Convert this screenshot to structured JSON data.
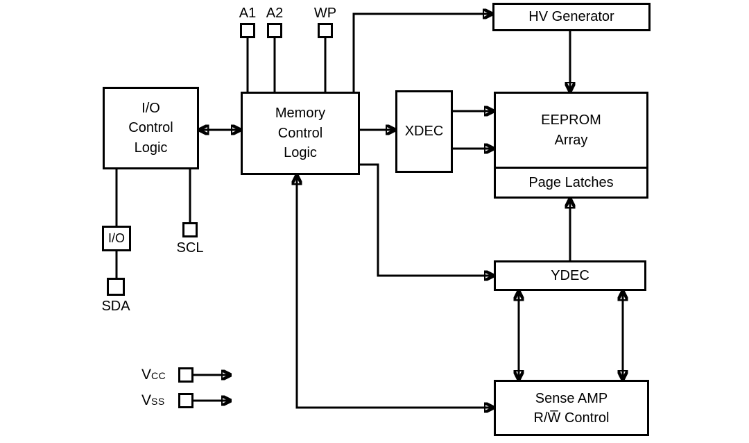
{
  "diagram": {
    "blocks": {
      "io_control": {
        "label": "I/O\nControl\nLogic"
      },
      "memory_control": {
        "label": "Memory\nControl\nLogic"
      },
      "xdec": {
        "label": "XDEC"
      },
      "hv_generator": {
        "label": "HV Generator"
      },
      "eeprom_array": {
        "label": "EEPROM\nArray"
      },
      "page_latches": {
        "label": "Page Latches"
      },
      "ydec": {
        "label": "YDEC"
      },
      "sense_amp": {
        "label": "Sense AMP\nR/W̅ Control"
      }
    },
    "pins": {
      "a1": {
        "label": "A1"
      },
      "a2": {
        "label": "A2"
      },
      "wp": {
        "label": "WP"
      },
      "io": {
        "label": "I/O"
      },
      "scl": {
        "label": "SCL"
      },
      "sda": {
        "label": "SDA"
      },
      "vcc": {
        "prefix": "V",
        "sub": "CC"
      },
      "vss": {
        "prefix": "V",
        "sub": "SS"
      }
    },
    "connections": [
      {
        "from": "a1-pin",
        "to": "memory_control",
        "style": "line"
      },
      {
        "from": "a2-pin",
        "to": "memory_control",
        "style": "line"
      },
      {
        "from": "wp-pin",
        "to": "memory_control",
        "style": "line"
      },
      {
        "from": "memory_control",
        "to": "hv_generator",
        "style": "arrow"
      },
      {
        "from": "io_control",
        "to": "memory_control",
        "style": "double-arrow"
      },
      {
        "from": "memory_control",
        "to": "xdec",
        "style": "arrow"
      },
      {
        "from": "xdec",
        "to": "eeprom_array",
        "style": "arrow"
      },
      {
        "from": "xdec",
        "to": "eeprom_array",
        "style": "arrow"
      },
      {
        "from": "hv_generator",
        "to": "eeprom_array",
        "style": "arrow"
      },
      {
        "from": "memory_control",
        "to": "ydec",
        "style": "arrow"
      },
      {
        "from": "ydec",
        "to": "page_latches",
        "style": "arrow"
      },
      {
        "from": "ydec",
        "to": "sense_amp",
        "style": "double-arrow"
      },
      {
        "from": "ydec",
        "to": "sense_amp",
        "style": "double-arrow"
      },
      {
        "from": "memory_control",
        "to": "sense_amp",
        "style": "arrow-both"
      },
      {
        "from": "io_control",
        "to": "io-pin",
        "style": "line"
      },
      {
        "from": "io-pin",
        "to": "sda-pin",
        "style": "line"
      },
      {
        "from": "io_control",
        "to": "scl-pin",
        "style": "line"
      },
      {
        "from": "vcc-pin",
        "to": "chip",
        "style": "arrow"
      },
      {
        "from": "vss-pin",
        "to": "chip",
        "style": "arrow"
      }
    ],
    "colors": {
      "line": "#000000",
      "background": "#ffffff",
      "box_border": "#000000"
    }
  }
}
